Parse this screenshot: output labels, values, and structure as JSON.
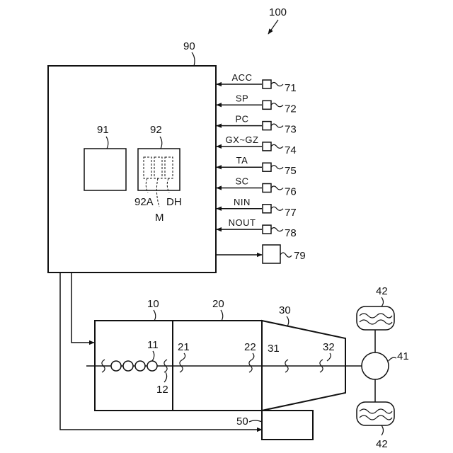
{
  "labels": {
    "system": "100",
    "ecu": "90",
    "unit91": "91",
    "unit92": "92",
    "sub92A": "92A",
    "subM": "M",
    "subDH": "DH",
    "engine": "10",
    "motor": "20",
    "transmission": "30",
    "wheel_top": "42",
    "wheel_bottom": "42",
    "differential": "41",
    "hydraulic": "50",
    "crank": "11",
    "shaft12": "12",
    "shaft21": "21",
    "shaft22": "22",
    "shaft31": "31",
    "shaft32": "32"
  },
  "sensors": [
    {
      "signal": "ACC",
      "ref": "71"
    },
    {
      "signal": "SP",
      "ref": "72"
    },
    {
      "signal": "PC",
      "ref": "73"
    },
    {
      "signal": "GX~GZ",
      "ref": "74"
    },
    {
      "signal": "TA",
      "ref": "75"
    },
    {
      "signal": "SC",
      "ref": "76"
    },
    {
      "signal": "NIN",
      "ref": "77"
    },
    {
      "signal": "NOUT",
      "ref": "78"
    }
  ],
  "output_device": {
    "ref": "79"
  }
}
